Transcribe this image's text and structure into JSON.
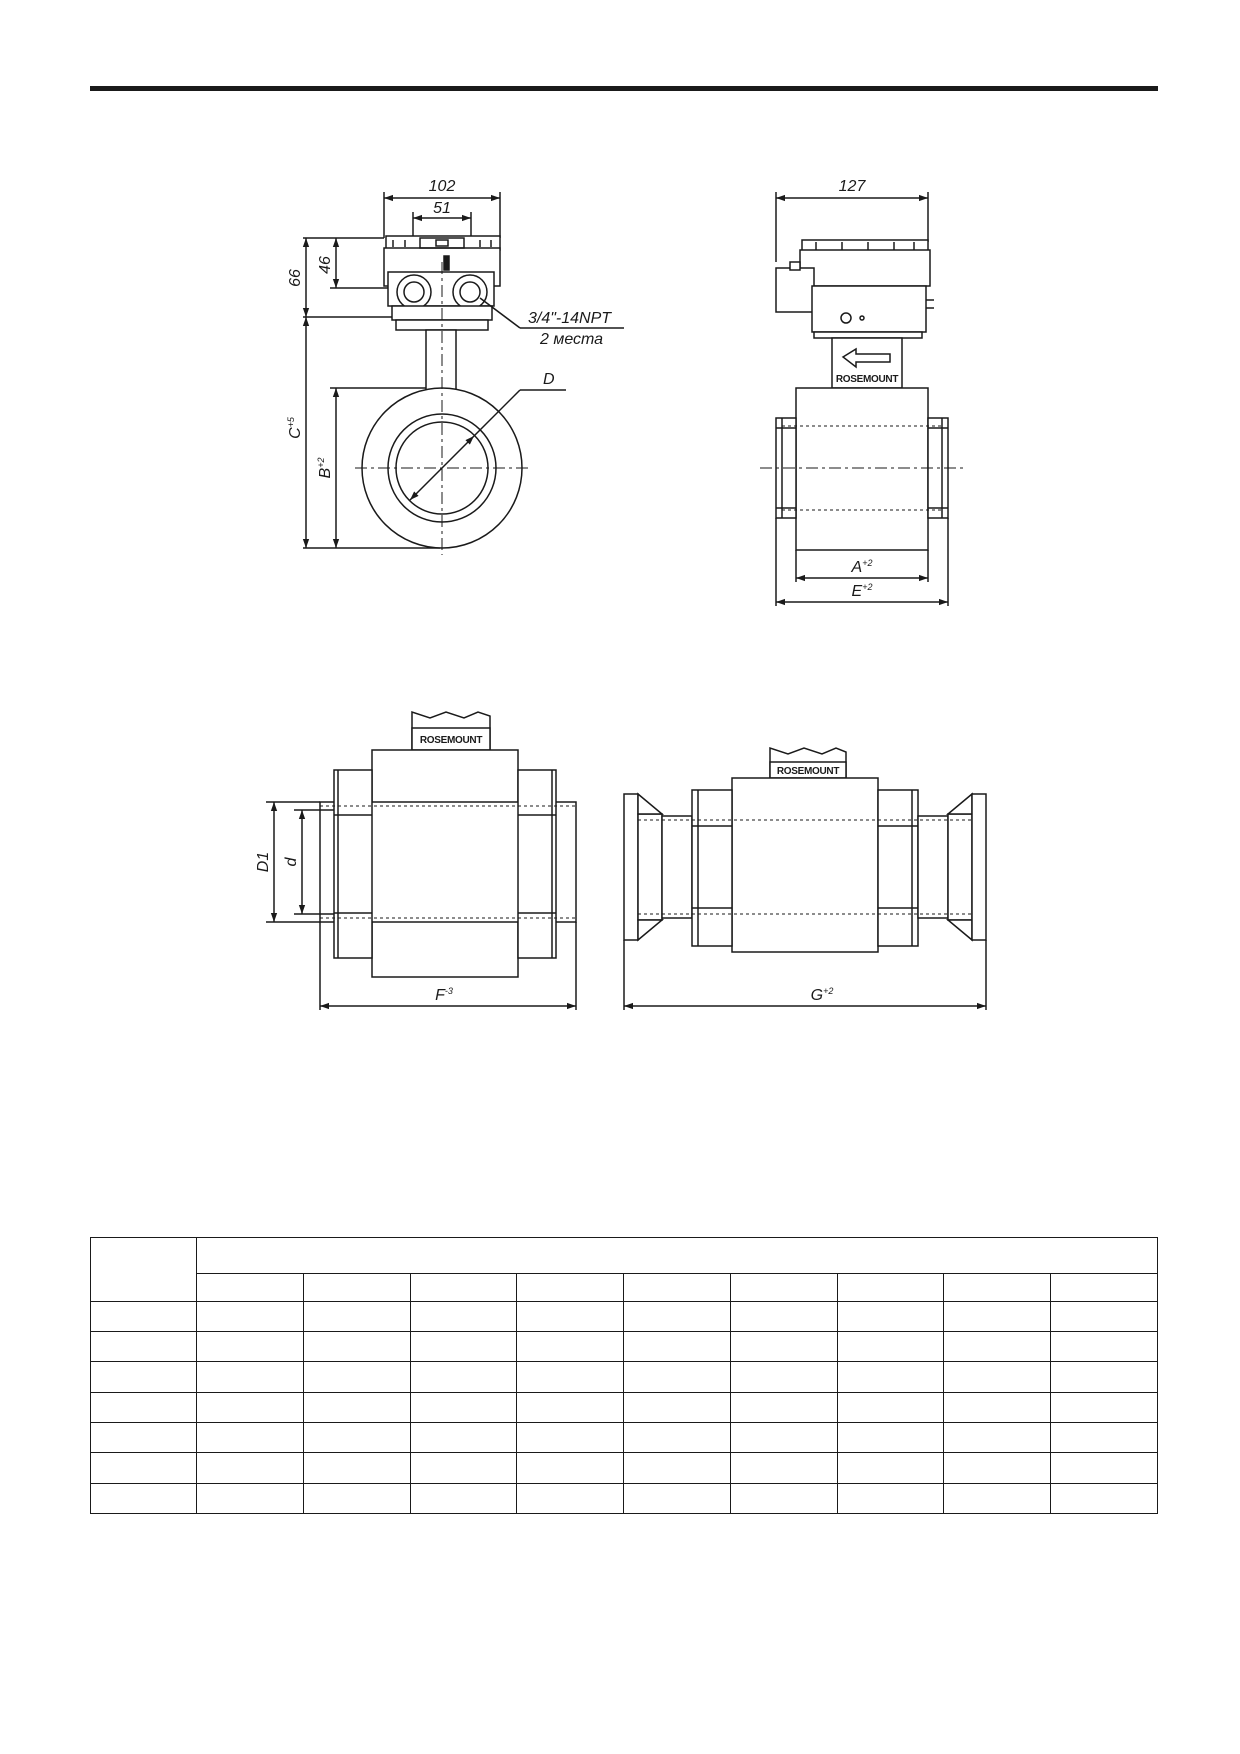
{
  "front_view": {
    "dim_top": "102",
    "dim_inner": "51",
    "dim_height_1": "66",
    "dim_height_2": "46",
    "thread_label": "3/4\"-14NPT",
    "thread_count_label": "2 места",
    "diameter_label": "D",
    "dim_c": {
      "letter": "C",
      "tol": "+5"
    },
    "dim_b": {
      "letter": "B",
      "tol": "+2"
    }
  },
  "side_view": {
    "dim_top": "127",
    "brand": "ROSEMOUNT",
    "dim_a": {
      "letter": "A",
      "tol": "+2"
    },
    "dim_e": {
      "letter": "E",
      "tol": "+2"
    }
  },
  "threaded_view": {
    "brand": "ROSEMOUNT",
    "dim_d1": "D1",
    "dim_d": "d",
    "dim_f": {
      "letter": "F",
      "tol": "-3"
    }
  },
  "clamp_view": {
    "brand": "ROSEMOUNT",
    "dim_g": {
      "letter": "G",
      "tol": "+2"
    }
  },
  "table": {
    "data_rows": 7,
    "data_cols": 9
  }
}
